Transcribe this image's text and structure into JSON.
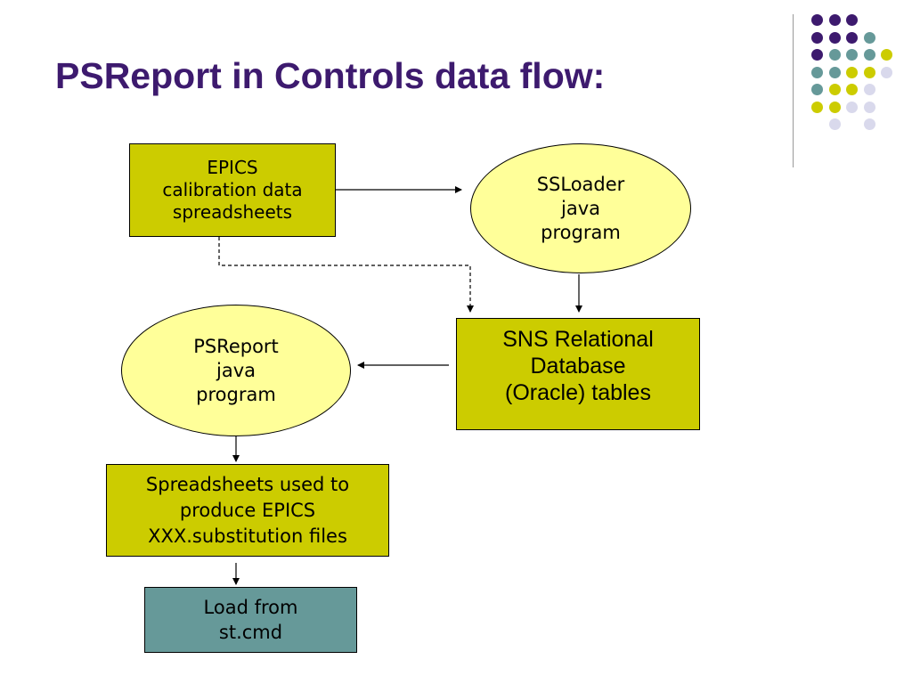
{
  "slide": {
    "title": "PSReport in Controls data flow:"
  },
  "colors": {
    "title": "#3d1a6e",
    "olive": "#cccc00",
    "teal": "#669999",
    "light_yellow": "#ffff99",
    "dot_purple": "#3d1a6e",
    "dot_teal": "#669999",
    "dot_yellow": "#cccc00",
    "dot_lavender": "#d9d9ec"
  },
  "decoration": {
    "dot_rows": [
      [
        "purple",
        "purple",
        "purple",
        "",
        ""
      ],
      [
        "purple",
        "purple",
        "purple",
        "teal",
        ""
      ],
      [
        "purple",
        "teal",
        "teal",
        "teal",
        "yellow"
      ],
      [
        "teal",
        "teal",
        "yellow",
        "yellow",
        "lavender"
      ],
      [
        "teal",
        "yellow",
        "yellow",
        "lavender",
        ""
      ],
      [
        "yellow",
        "yellow",
        "lavender",
        "lavender",
        ""
      ],
      [
        "",
        "lavender",
        "",
        "lavender",
        ""
      ]
    ]
  },
  "flow": {
    "epics": "EPICS\ncalibration data\nspreadsheets",
    "ssloader": "SSLoader\njava\nprogram",
    "sns_db": "SNS Relational\n   Database\n   (Oracle) tables",
    "psreport": "PSReport\njava\nprogram",
    "spreadsheets": "Spreadsheets used to\nproduce EPICS\nXXX.substitution files",
    "load": "Load from\nst.cmd"
  }
}
